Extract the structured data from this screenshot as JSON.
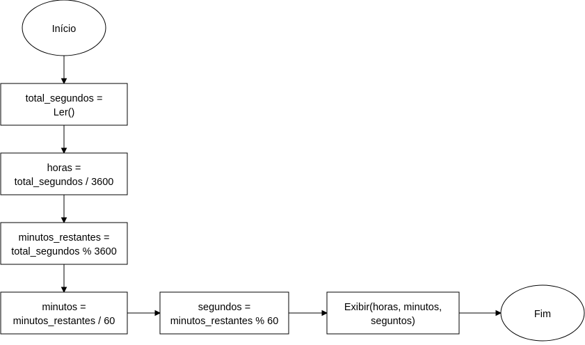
{
  "diagram": {
    "nodes": {
      "start": {
        "label": [
          "Início"
        ]
      },
      "read_input": {
        "label": [
          "total_segundos =",
          "Ler()"
        ]
      },
      "calc_horas": {
        "label": [
          "horas =",
          "total_segundos / 3600"
        ]
      },
      "calc_minutos_restantes": {
        "label": [
          "minutos_restantes =",
          "total_segundos % 3600"
        ]
      },
      "calc_minutos": {
        "label": [
          "minutos =",
          "minutos_restantes / 60"
        ]
      },
      "calc_segundos": {
        "label": [
          "segundos =",
          "minutos_restantes % 60"
        ]
      },
      "display": {
        "label": [
          "Exibir(horas, minutos,",
          "seguntos)"
        ]
      },
      "end": {
        "label": [
          "Fim"
        ]
      }
    },
    "edges": [
      {
        "from": "start",
        "to": "read_input"
      },
      {
        "from": "read_input",
        "to": "calc_horas"
      },
      {
        "from": "calc_horas",
        "to": "calc_minutos_restantes"
      },
      {
        "from": "calc_minutos_restantes",
        "to": "calc_minutos"
      },
      {
        "from": "calc_minutos",
        "to": "calc_segundos"
      },
      {
        "from": "calc_segundos",
        "to": "display"
      },
      {
        "from": "display",
        "to": "end"
      }
    ]
  }
}
